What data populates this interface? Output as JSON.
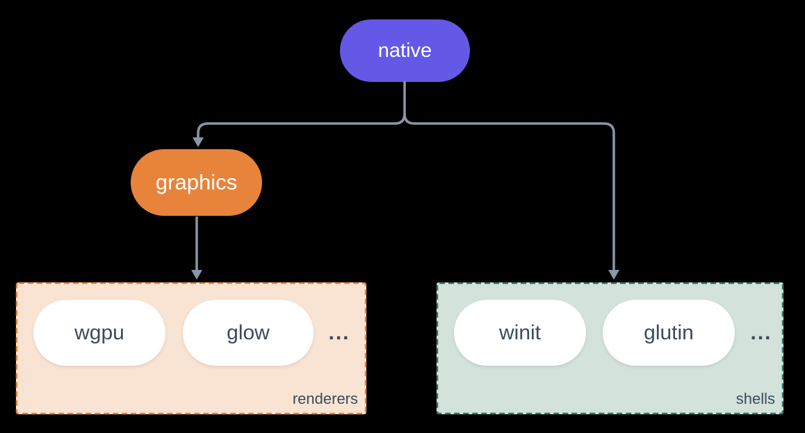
{
  "diagram": {
    "background_color": "#000000",
    "connector_color": "#8997a6",
    "nodes": {
      "native": {
        "label": "native",
        "fill": "#6359e6",
        "text_color": "#ffffff"
      },
      "graphics": {
        "label": "graphics",
        "fill": "#e8833b",
        "text_color": "#ffffff"
      }
    },
    "edges": [
      {
        "from": "native",
        "to": "graphics"
      },
      {
        "from": "native",
        "to": "shells"
      },
      {
        "from": "graphics",
        "to": "renderers"
      }
    ],
    "groups": {
      "renderers": {
        "label": "renderers",
        "fill": "#f9e4d3",
        "border_color": "#e8833b",
        "item_text_color": "#3b4b5c",
        "items": [
          "wgpu",
          "glow"
        ],
        "ellipsis": "..."
      },
      "shells": {
        "label": "shells",
        "fill": "#d3e2da",
        "border_color": "#2f7363",
        "item_text_color": "#3b4b5c",
        "items": [
          "winit",
          "glutin"
        ],
        "ellipsis": "..."
      }
    }
  }
}
